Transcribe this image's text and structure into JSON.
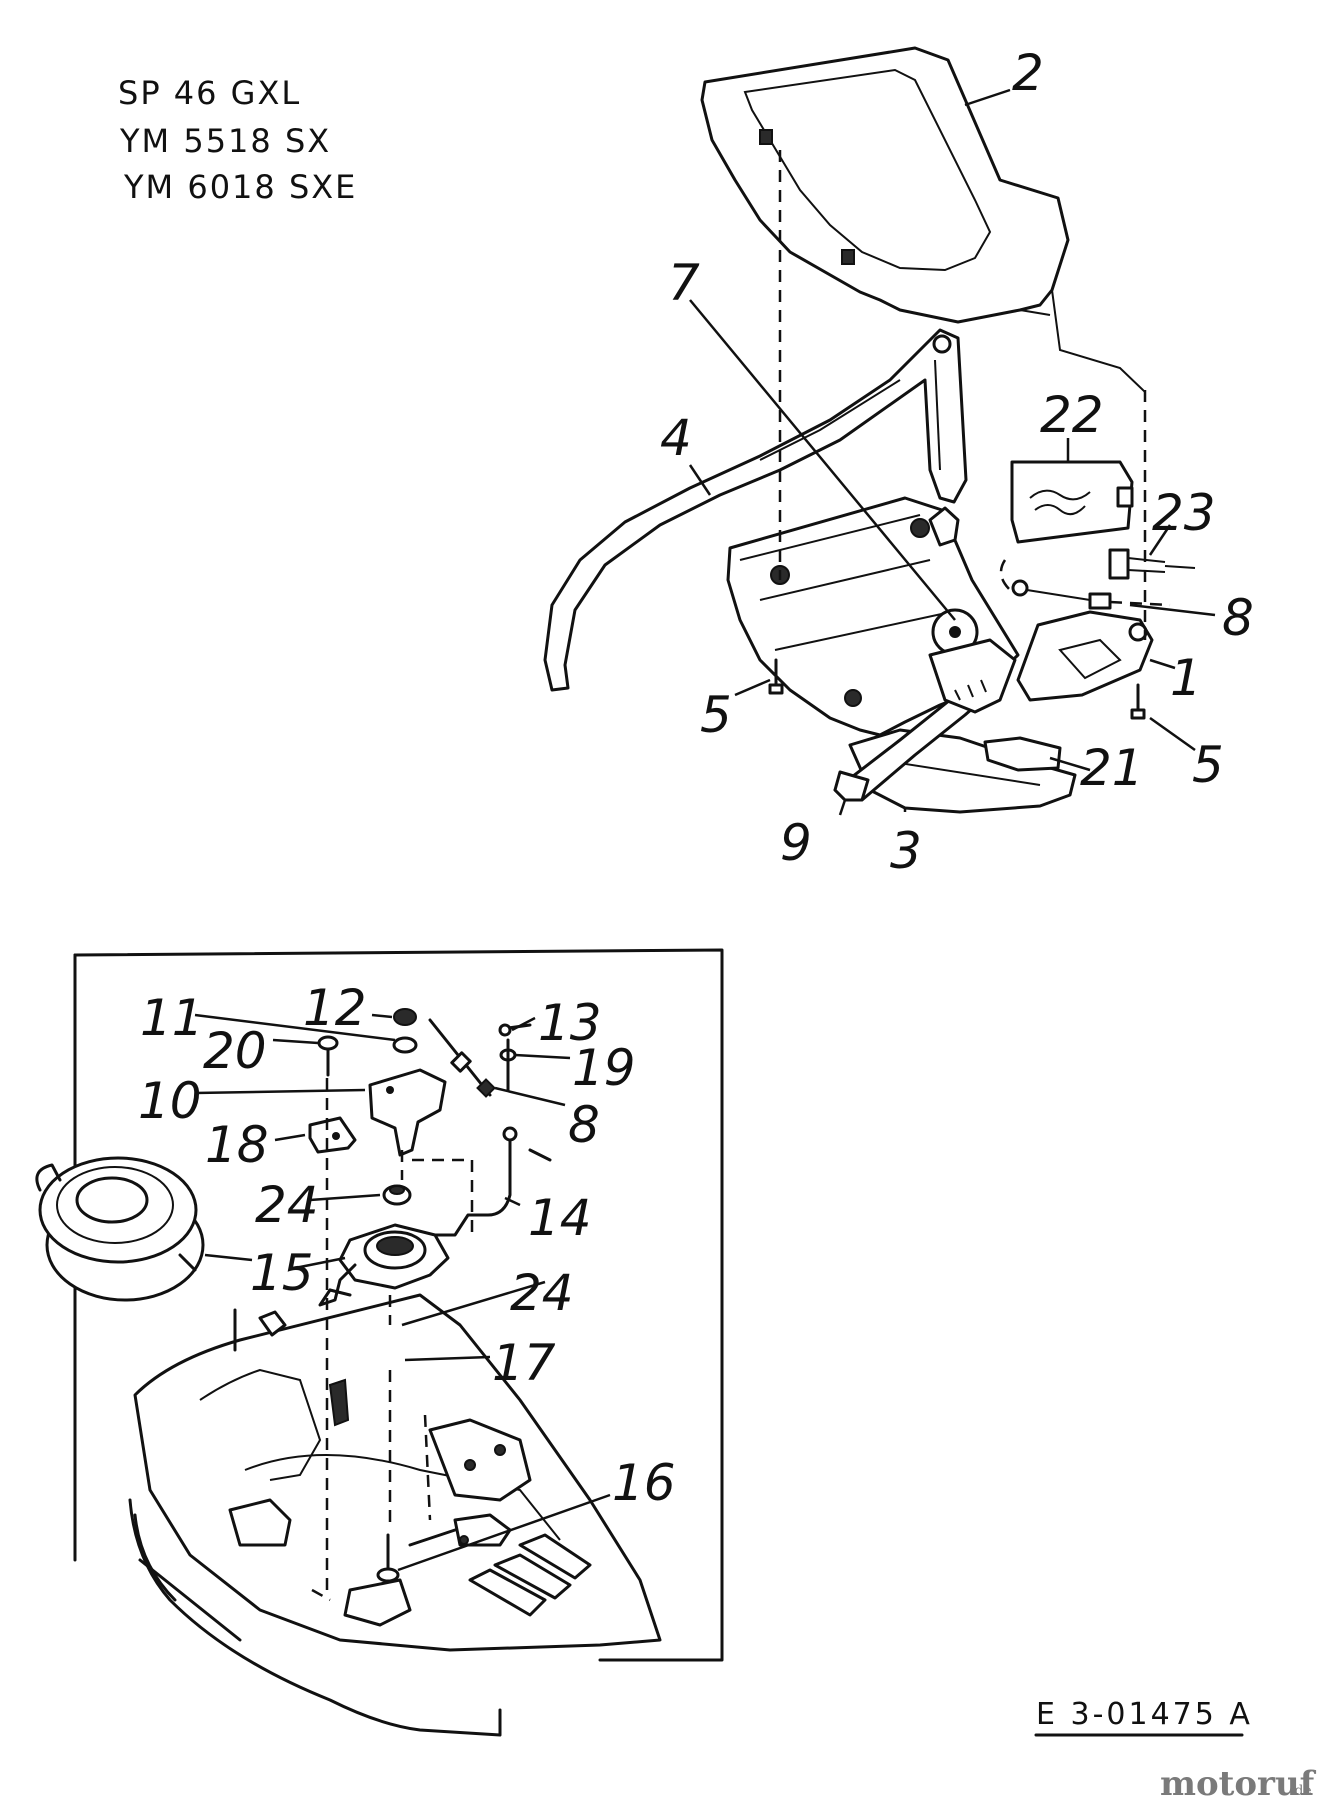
{
  "models": [
    "SP 46 GXL",
    "YM 5518 SX",
    "YM 6018 SXE"
  ],
  "reference_code": "E 3-01475 A",
  "watermark": {
    "name": "motoruf",
    "suffix": ".de"
  },
  "callouts": {
    "c1": "1",
    "c2": "2",
    "c3": "3",
    "c4": "4",
    "c5a": "5",
    "c5b": "5",
    "c7": "7",
    "c8a": "8",
    "c8b": "8",
    "c9": "9",
    "c10": "10",
    "c11": "11",
    "c12": "12",
    "c13": "13",
    "c14": "14",
    "c15": "15",
    "c16": "16",
    "c17": "17",
    "c18": "18",
    "c19": "19",
    "c20": "20",
    "c21": "21",
    "c22": "22",
    "c23": "23",
    "c24a": "24",
    "c24b": "24"
  }
}
